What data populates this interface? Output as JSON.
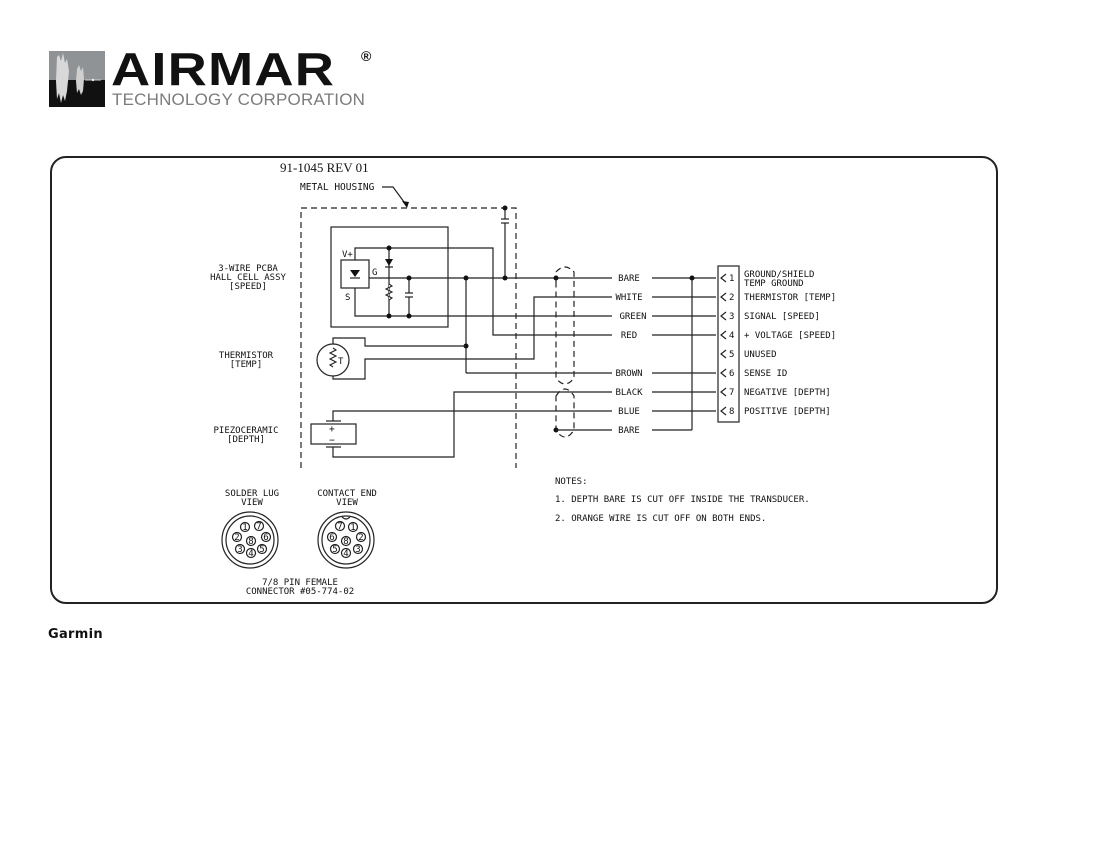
{
  "logo": {
    "brand": "AIRMAR",
    "registered": "®",
    "subtitle": "TECHNOLOGY CORPORATION"
  },
  "drawing": {
    "part_number": "91-1045 REV 01",
    "housing_label": "METAL HOUSING",
    "components": {
      "hall": {
        "line1": "3-WIRE PCBA",
        "line2": "HALL CELL ASSY",
        "line3": "[SPEED]",
        "pin_v": "V+",
        "pin_g": "G",
        "pin_s": "S"
      },
      "thermistor": {
        "line1": "THERMISTOR",
        "line2": "[TEMP]",
        "symbol": "T"
      },
      "piezo": {
        "line1": "PIEZOCERAMIC",
        "line2": "[DEPTH]",
        "plus": "+",
        "minus": "−"
      }
    },
    "wires": [
      {
        "color": "BARE",
        "pin": "1",
        "function": "GROUND/SHIELD",
        "function2": "TEMP GROUND"
      },
      {
        "color": "WHITE",
        "pin": "2",
        "function": "THERMISTOR [TEMP]"
      },
      {
        "color": "GREEN",
        "pin": "3",
        "function": "SIGNAL [SPEED]"
      },
      {
        "color": "RED",
        "pin": "4",
        "function": "+ VOLTAGE [SPEED]"
      },
      {
        "color": "",
        "pin": "5",
        "function": "UNUSED"
      },
      {
        "color": "BROWN",
        "pin": "6",
        "function": "SENSE ID"
      },
      {
        "color": "BLACK",
        "pin": "7",
        "function": "NEGATIVE [DEPTH]"
      },
      {
        "color": "BLUE",
        "pin": "8",
        "function": "POSITIVE [DEPTH]"
      },
      {
        "color": "BARE",
        "pin": "",
        "function": ""
      }
    ],
    "connector": {
      "solder_view_line1": "SOLDER LUG",
      "solder_view_line2": "VIEW",
      "contact_view_line1": "CONTACT END",
      "contact_view_line2": "VIEW",
      "caption_line1": "7/8 PIN FEMALE",
      "caption_line2": "CONNECTOR #05-774-02",
      "solder_pins": [
        "1",
        "7",
        "2",
        "8",
        "6",
        "3",
        "4",
        "5"
      ],
      "contact_pins": [
        "7",
        "1",
        "6",
        "8",
        "2",
        "5",
        "4",
        "3"
      ]
    },
    "notes": {
      "title": "NOTES:",
      "items": [
        "1. DEPTH BARE IS CUT OFF INSIDE THE TRANSDUCER.",
        "2. ORANGE WIRE IS CUT OFF ON BOTH ENDS."
      ]
    }
  },
  "footer": {
    "brand": "Garmin"
  }
}
